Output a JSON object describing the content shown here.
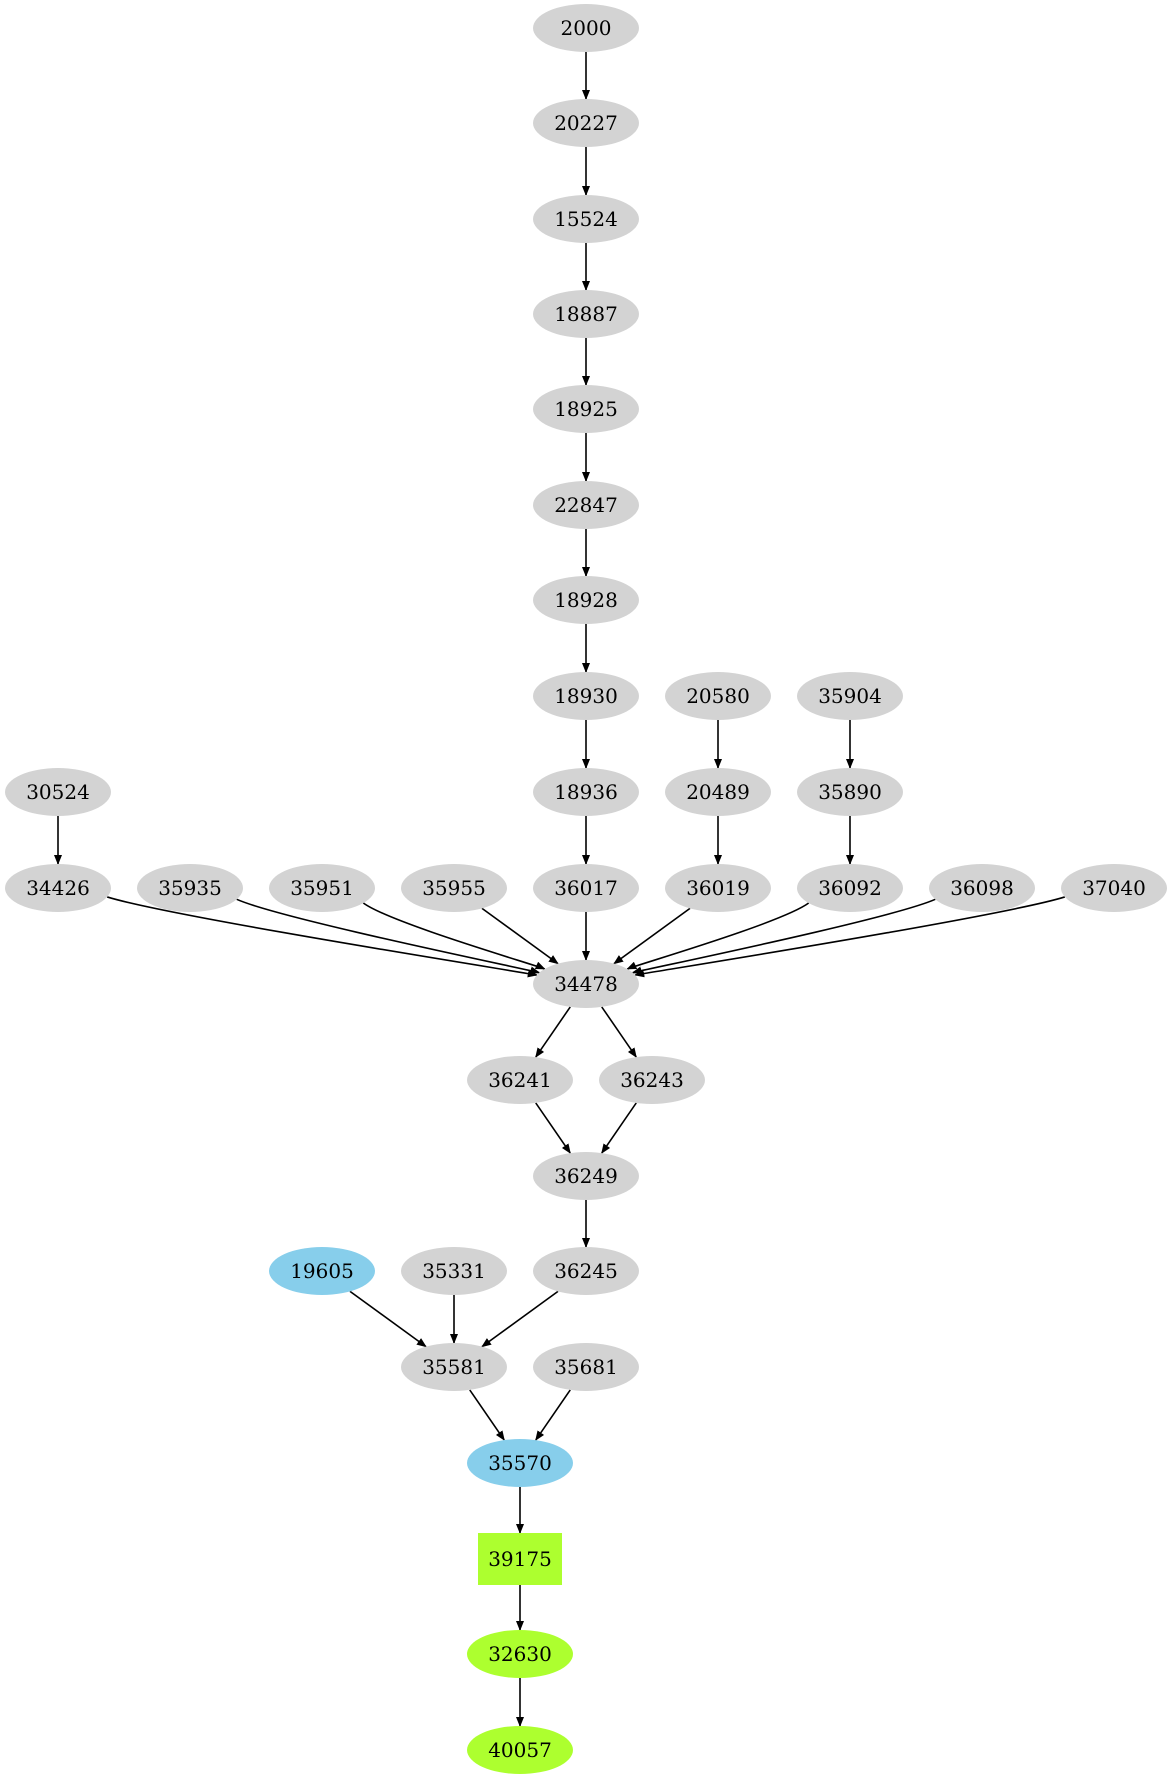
{
  "colors": {
    "default_node": "#d3d3d3",
    "highlight_node": "#87ceeb",
    "target_node": "#adff2f",
    "edge": "#000000"
  },
  "nodes": [
    {
      "id": "2000",
      "label": "2000",
      "fill": "#d3d3d3",
      "shape": "ellipse"
    },
    {
      "id": "20227",
      "label": "20227",
      "fill": "#d3d3d3",
      "shape": "ellipse"
    },
    {
      "id": "15524",
      "label": "15524",
      "fill": "#d3d3d3",
      "shape": "ellipse"
    },
    {
      "id": "18887",
      "label": "18887",
      "fill": "#d3d3d3",
      "shape": "ellipse"
    },
    {
      "id": "18925",
      "label": "18925",
      "fill": "#d3d3d3",
      "shape": "ellipse"
    },
    {
      "id": "22847",
      "label": "22847",
      "fill": "#d3d3d3",
      "shape": "ellipse"
    },
    {
      "id": "18928",
      "label": "18928",
      "fill": "#d3d3d3",
      "shape": "ellipse"
    },
    {
      "id": "18930",
      "label": "18930",
      "fill": "#d3d3d3",
      "shape": "ellipse"
    },
    {
      "id": "20580",
      "label": "20580",
      "fill": "#d3d3d3",
      "shape": "ellipse"
    },
    {
      "id": "35904",
      "label": "35904",
      "fill": "#d3d3d3",
      "shape": "ellipse"
    },
    {
      "id": "30524",
      "label": "30524",
      "fill": "#d3d3d3",
      "shape": "ellipse"
    },
    {
      "id": "18936",
      "label": "18936",
      "fill": "#d3d3d3",
      "shape": "ellipse"
    },
    {
      "id": "20489",
      "label": "20489",
      "fill": "#d3d3d3",
      "shape": "ellipse"
    },
    {
      "id": "35890",
      "label": "35890",
      "fill": "#d3d3d3",
      "shape": "ellipse"
    },
    {
      "id": "34426",
      "label": "34426",
      "fill": "#d3d3d3",
      "shape": "ellipse"
    },
    {
      "id": "35935",
      "label": "35935",
      "fill": "#d3d3d3",
      "shape": "ellipse"
    },
    {
      "id": "35951",
      "label": "35951",
      "fill": "#d3d3d3",
      "shape": "ellipse"
    },
    {
      "id": "35955",
      "label": "35955",
      "fill": "#d3d3d3",
      "shape": "ellipse"
    },
    {
      "id": "36017",
      "label": "36017",
      "fill": "#d3d3d3",
      "shape": "ellipse"
    },
    {
      "id": "36019",
      "label": "36019",
      "fill": "#d3d3d3",
      "shape": "ellipse"
    },
    {
      "id": "36092",
      "label": "36092",
      "fill": "#d3d3d3",
      "shape": "ellipse"
    },
    {
      "id": "36098",
      "label": "36098",
      "fill": "#d3d3d3",
      "shape": "ellipse"
    },
    {
      "id": "37040",
      "label": "37040",
      "fill": "#d3d3d3",
      "shape": "ellipse"
    },
    {
      "id": "34478",
      "label": "34478",
      "fill": "#d3d3d3",
      "shape": "ellipse"
    },
    {
      "id": "36241",
      "label": "36241",
      "fill": "#d3d3d3",
      "shape": "ellipse"
    },
    {
      "id": "36243",
      "label": "36243",
      "fill": "#d3d3d3",
      "shape": "ellipse"
    },
    {
      "id": "36249",
      "label": "36249",
      "fill": "#d3d3d3",
      "shape": "ellipse"
    },
    {
      "id": "19605",
      "label": "19605",
      "fill": "#87ceeb",
      "shape": "ellipse"
    },
    {
      "id": "35331",
      "label": "35331",
      "fill": "#d3d3d3",
      "shape": "ellipse"
    },
    {
      "id": "36245",
      "label": "36245",
      "fill": "#d3d3d3",
      "shape": "ellipse"
    },
    {
      "id": "35581",
      "label": "35581",
      "fill": "#d3d3d3",
      "shape": "ellipse"
    },
    {
      "id": "35681",
      "label": "35681",
      "fill": "#d3d3d3",
      "shape": "ellipse"
    },
    {
      "id": "35570",
      "label": "35570",
      "fill": "#87ceeb",
      "shape": "ellipse"
    },
    {
      "id": "39175",
      "label": "39175",
      "fill": "#adff2f",
      "shape": "box"
    },
    {
      "id": "32630",
      "label": "32630",
      "fill": "#adff2f",
      "shape": "ellipse"
    },
    {
      "id": "40057",
      "label": "40057",
      "fill": "#adff2f",
      "shape": "ellipse"
    }
  ],
  "edges": [
    [
      "2000",
      "20227"
    ],
    [
      "20227",
      "15524"
    ],
    [
      "15524",
      "18887"
    ],
    [
      "18887",
      "18925"
    ],
    [
      "18925",
      "22847"
    ],
    [
      "22847",
      "18928"
    ],
    [
      "18928",
      "18930"
    ],
    [
      "18930",
      "18936"
    ],
    [
      "18936",
      "36017"
    ],
    [
      "20580",
      "20489"
    ],
    [
      "20489",
      "36019"
    ],
    [
      "35904",
      "35890"
    ],
    [
      "35890",
      "36092"
    ],
    [
      "30524",
      "34426"
    ],
    [
      "34426",
      "34478"
    ],
    [
      "35935",
      "34478"
    ],
    [
      "35951",
      "34478"
    ],
    [
      "35955",
      "34478"
    ],
    [
      "36017",
      "34478"
    ],
    [
      "36019",
      "34478"
    ],
    [
      "36092",
      "34478"
    ],
    [
      "36098",
      "34478"
    ],
    [
      "37040",
      "34478"
    ],
    [
      "34478",
      "36241"
    ],
    [
      "34478",
      "36243"
    ],
    [
      "36241",
      "36249"
    ],
    [
      "36243",
      "36249"
    ],
    [
      "36249",
      "36245"
    ],
    [
      "19605",
      "35581"
    ],
    [
      "35331",
      "35581"
    ],
    [
      "36245",
      "35581"
    ],
    [
      "35581",
      "35570"
    ],
    [
      "35681",
      "35570"
    ],
    [
      "35570",
      "39175"
    ],
    [
      "39175",
      "32630"
    ],
    [
      "32630",
      "40057"
    ]
  ]
}
